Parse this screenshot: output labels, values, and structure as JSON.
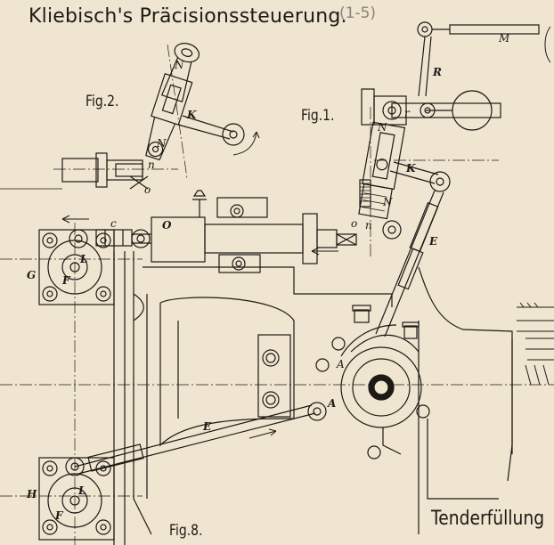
{
  "title": "Kliebisch's Präcisionssteuerung.",
  "title_ref": "(1-5)",
  "figures": {
    "fig1": "Fig.1.",
    "fig2": "Fig.2.",
    "fig8": "Fig.8."
  },
  "labels": {
    "M": "M",
    "R": "R",
    "N_fig2": "N",
    "K_fig2": "K",
    "N1_fig2": "N",
    "n_fig2": "n",
    "o_fig2": "o",
    "N_fig1": "N",
    "K_fig1": "K",
    "N1_fig1": "N",
    "n_fig1": "n",
    "o_fig1": "o",
    "O": "O",
    "c": "c",
    "L": "L",
    "G": "G",
    "F": "F",
    "E": "E",
    "A": "A",
    "A1": "A",
    "E1": "E",
    "L1": "L",
    "H": "H",
    "F1": "F",
    "r": "r"
  },
  "footer_text": "Tenderfüllung",
  "colors": {
    "paper": "#efe5d0",
    "ink": "#1d1a16",
    "faded": "#8a8378"
  }
}
